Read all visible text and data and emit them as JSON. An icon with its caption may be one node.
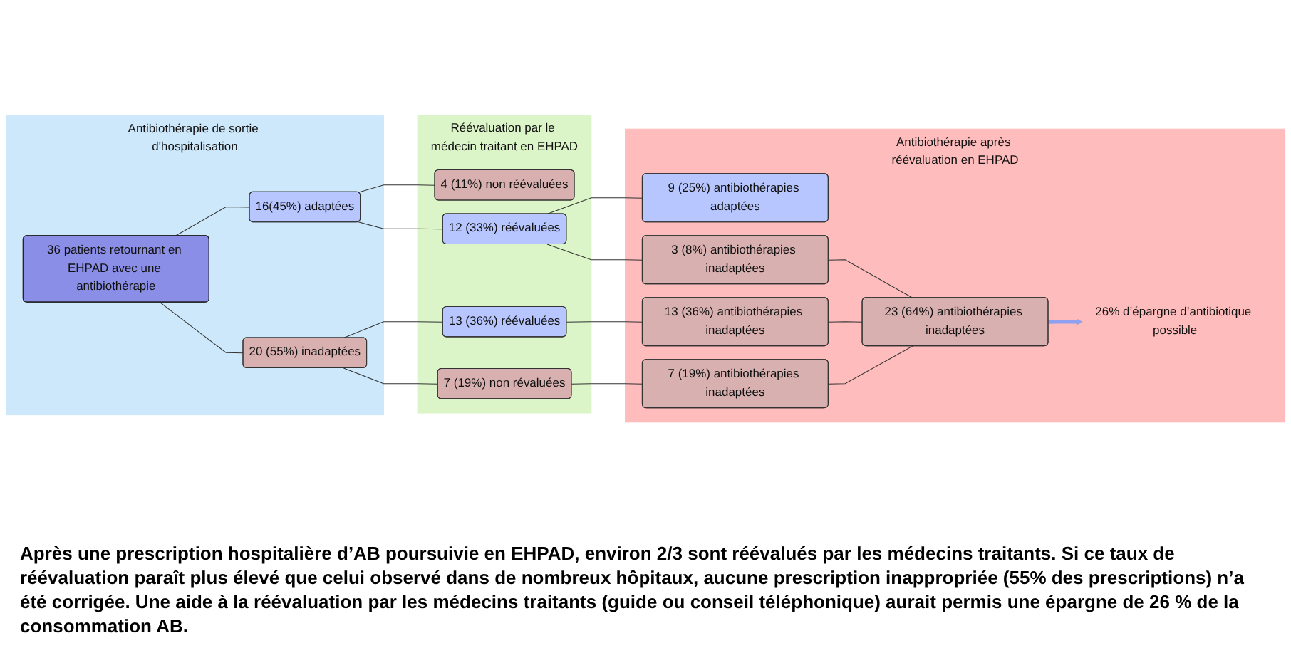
{
  "diagram": {
    "nodes": [
      {
        "text": [
          "Antibiothérapie de sortie d'hospitalisation"
        ]
      },
      {
        "text": [
          "36 patients retournant en EHPAD avec une antibiothérapie"
        ],
        "in": 0
      },
      {
        "text": [
          "16(45%) adaptées"
        ],
        "in": 0
      },
      {
        "text": [
          "20 (55%) inadaptées"
        ],
        "in": 0
      },
      {
        "text": [
          "Réévaluation par le médecin traitant en EHPAD"
        ]
      },
      {
        "text": [
          "4 (11%) non réévaluées"
        ],
        "in": 4
      },
      {
        "text": [
          "12 (33%) réévaluées"
        ],
        "in": 4
      },
      {
        "text": [
          "13 (36%) réévaluées"
        ],
        "in": 4
      },
      {
        "text": [
          "7 (19%) non révaluées"
        ],
        "in": 4
      },
      {
        "text": [
          "Antibiothérapie après réévaluation en EHPAD"
        ]
      },
      {
        "text": [
          "9 (25%) antibiothérapies adaptées"
        ],
        "in": 9
      },
      {
        "text": [
          "3 (8%) antibiothérapies inadaptées"
        ],
        "in": 9
      },
      {
        "text": [
          "13 (36%) antibiothérapies inadaptées"
        ],
        "in": 9
      },
      {
        "text": [
          "7 (19%) antibiothérapies inadaptées"
        ],
        "in": 9
      },
      {
        "text": [
          "23 (64%) antibiothérapies inadaptées"
        ],
        "in": 9
      },
      {
        "text": [
          "26% d’épargne d’antibiotique possible"
        ],
        "in": 9
      }
    ],
    "edges": [
      {
        "from": 1,
        "to": 2,
        "arrow": "none"
      },
      {
        "from": 1,
        "to": 3,
        "arrow": "none"
      },
      {
        "from": 2,
        "to": 5,
        "arrow": "none"
      },
      {
        "from": 2,
        "to": 6,
        "arrow": "none"
      },
      {
        "from": 6,
        "to": 10,
        "arrow": "none"
      },
      {
        "from": 6,
        "to": 11,
        "arrow": "none"
      },
      {
        "from": 3,
        "to": 7,
        "arrow": "none"
      },
      {
        "from": 3,
        "to": 8,
        "arrow": "none"
      },
      {
        "from": 7,
        "to": 12,
        "arrow": "none"
      },
      {
        "from": 8,
        "to": 13,
        "arrow": "none"
      },
      {
        "from": 11,
        "to": 14,
        "arrow": "none"
      },
      {
        "from": 12,
        "to": 14,
        "arrow": "none"
      },
      {
        "from": 13,
        "to": 14,
        "arrow": "none"
      },
      {
        "from": 14,
        "to": 15,
        "arrow": "to",
        "style": "thick",
        "color": "#8fa0f0"
      }
    ],
    "labels": [
      "Après une prescription hospitalière d’AB poursuivie en EHPAD, environ 2/3 sont réévalués par les  médecins traitants. Si ce taux de réévaluation paraît plus élevé que celui observé dans de nombreux hôpitaux, aucune prescription inappropriée (55% des prescriptions) n’a été corrigée. Une aide à la réévaluation par les médecins traitants (guide ou conseil téléphonique) aurait permis une épargne de 26 % de la consommation AB."
    ]
  }
}
